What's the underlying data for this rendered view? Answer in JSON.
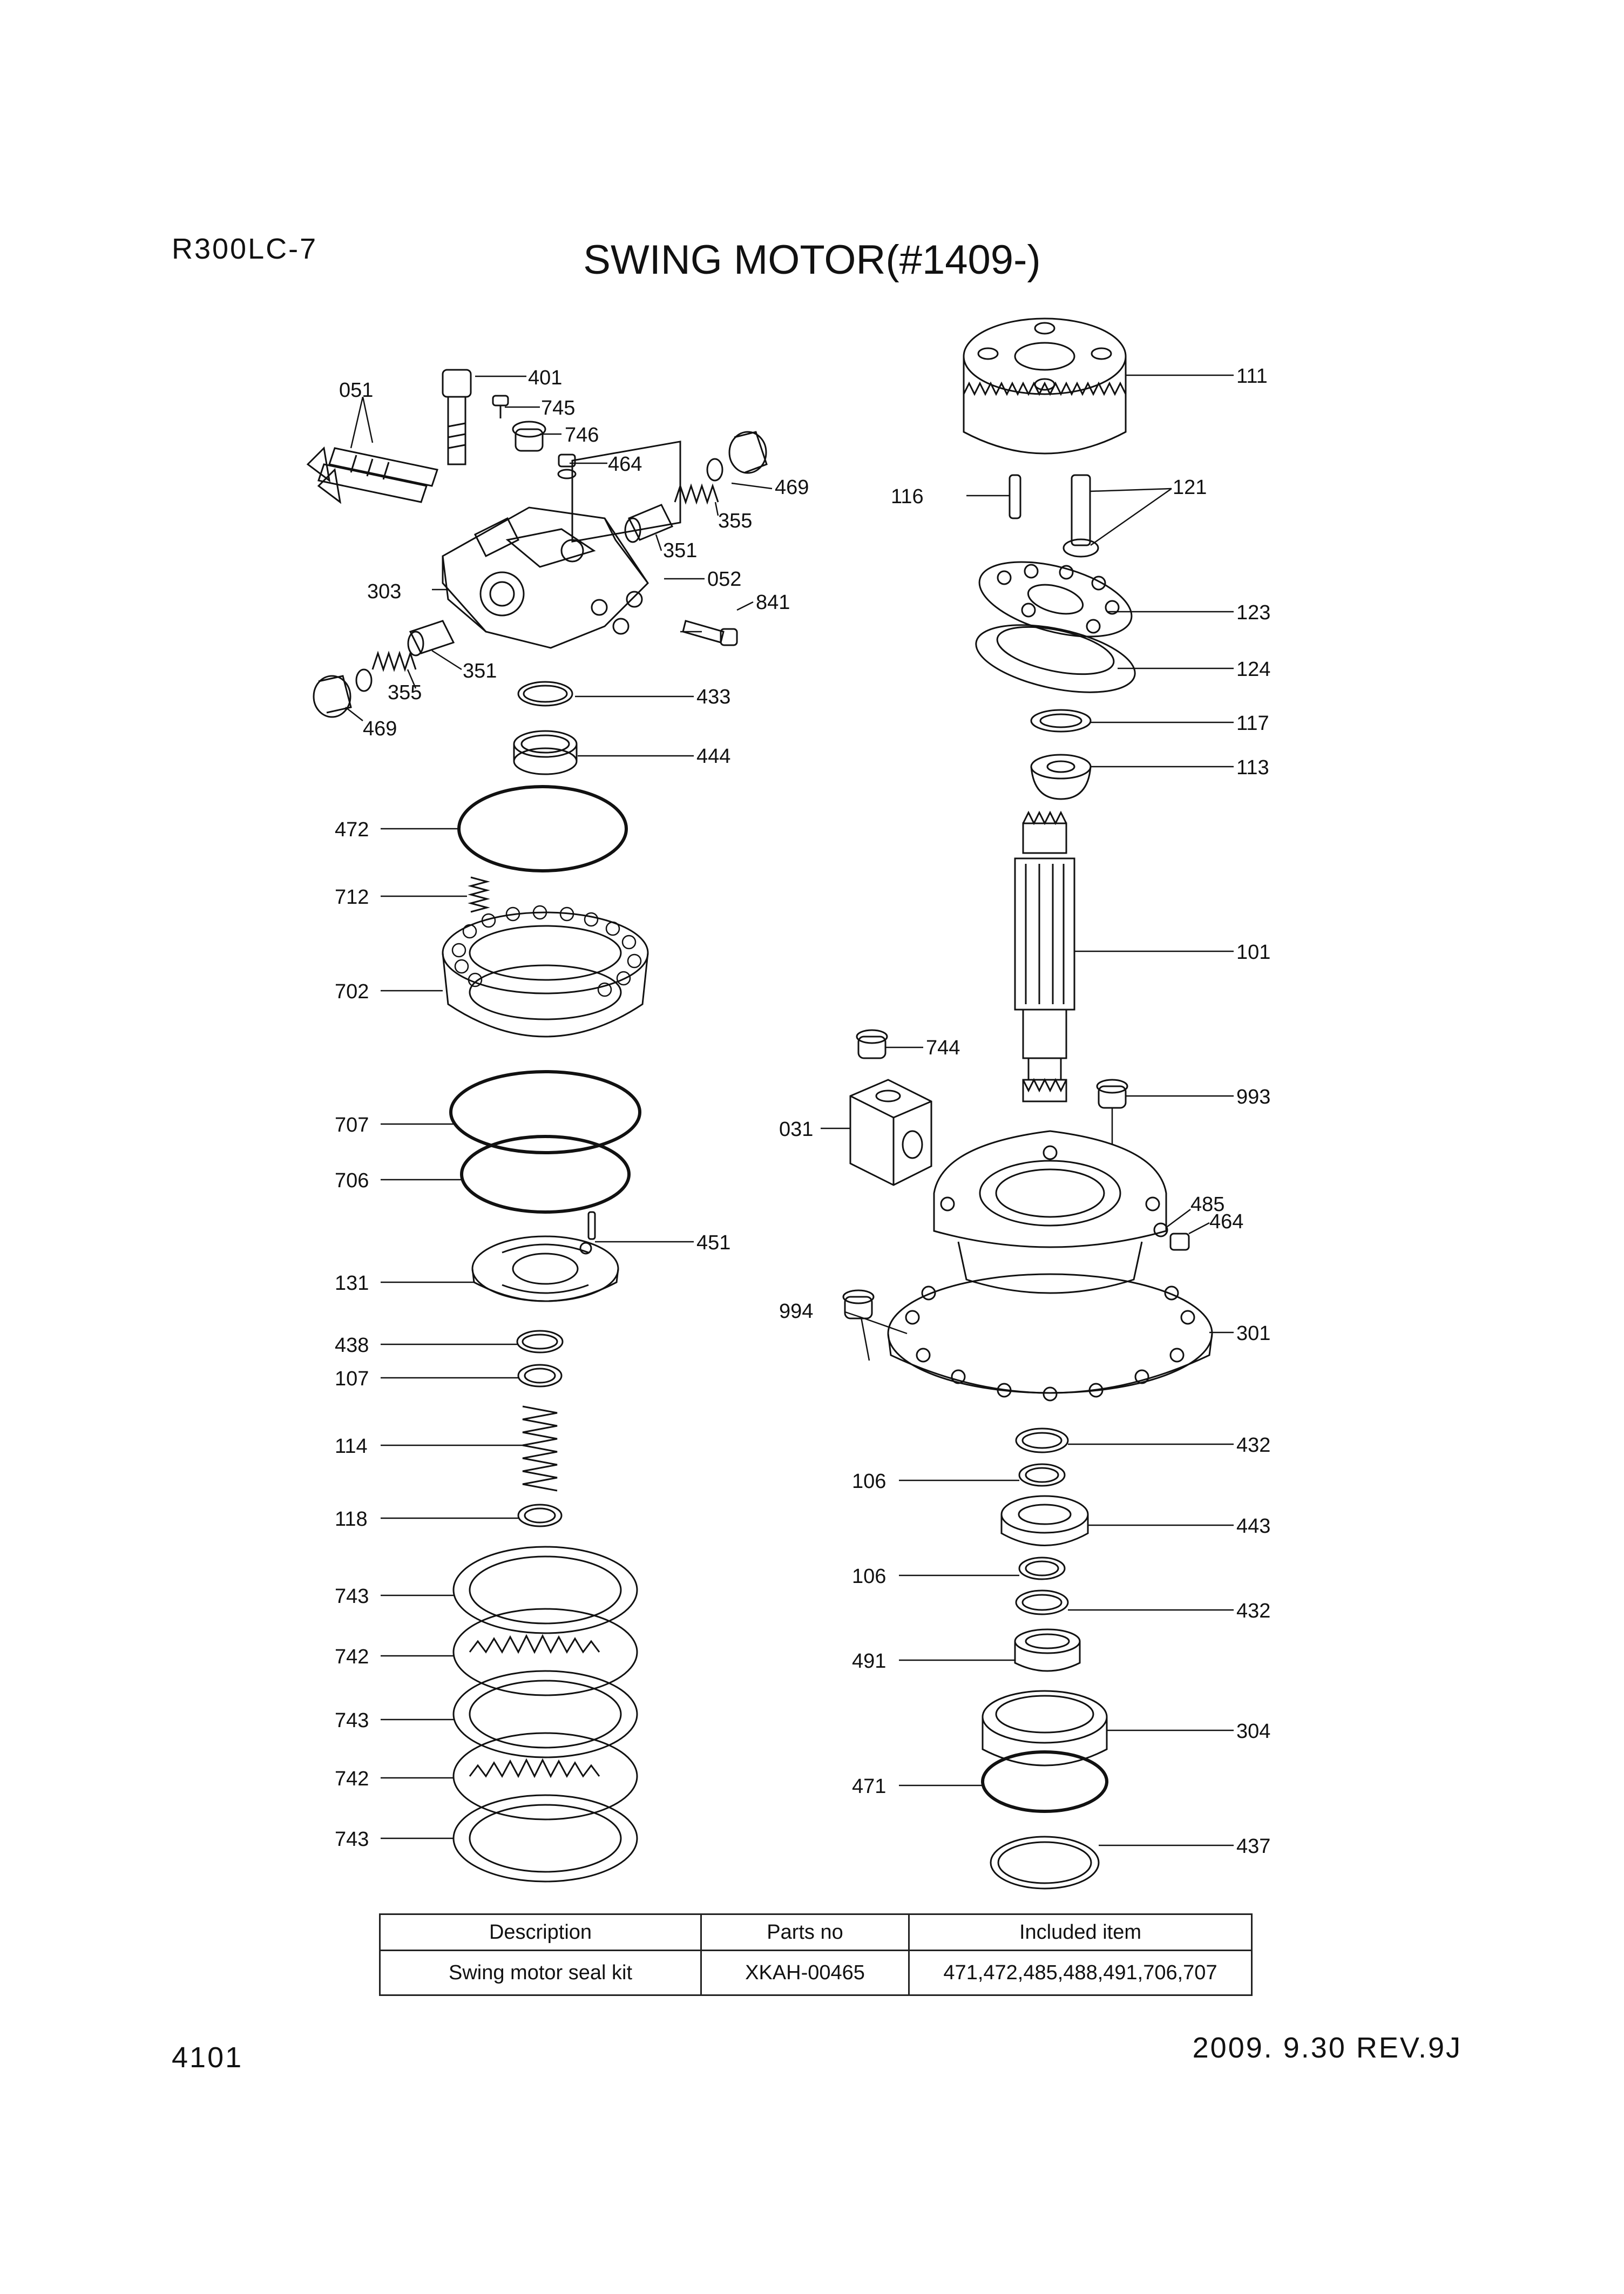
{
  "header": {
    "model": "R300LC-7",
    "title": "SWING MOTOR(#1409-)"
  },
  "footer": {
    "page_number": "4101",
    "revision": "2009. 9.30  REV.9J"
  },
  "callouts": {
    "c051": "051",
    "c401": "401",
    "c745": "745",
    "c746": "746",
    "c464a": "464",
    "c469a": "469",
    "c355a": "355",
    "c351a": "351",
    "c303": "303",
    "c052": "052",
    "c841": "841",
    "c351b": "351",
    "c355b": "355",
    "c469b": "469",
    "c433": "433",
    "c444": "444",
    "c472": "472",
    "c712": "712",
    "c702": "702",
    "c707": "707",
    "c706": "706",
    "c451": "451",
    "c131": "131",
    "c438": "438",
    "c107": "107",
    "c114": "114",
    "c118": "118",
    "c743a": "743",
    "c742a": "742",
    "c743b": "743",
    "c742b": "742",
    "c743c": "743",
    "c111": "111",
    "c116": "116",
    "c121": "121",
    "c123": "123",
    "c124": "124",
    "c117": "117",
    "c113": "113",
    "c101": "101",
    "c744": "744",
    "c993": "993",
    "c031": "031",
    "c485": "485",
    "c464b": "464",
    "c994": "994",
    "c301": "301",
    "c432a": "432",
    "c106a": "106",
    "c443": "443",
    "c106b": "106",
    "c432b": "432",
    "c491": "491",
    "c304": "304",
    "c471": "471",
    "c437": "437"
  },
  "kit_table": {
    "headers": [
      "Description",
      "Parts no",
      "Included item"
    ],
    "rows": [
      [
        "Swing motor seal kit",
        "XKAH-00465",
        "471,472,485,488,491,706,707"
      ]
    ]
  }
}
